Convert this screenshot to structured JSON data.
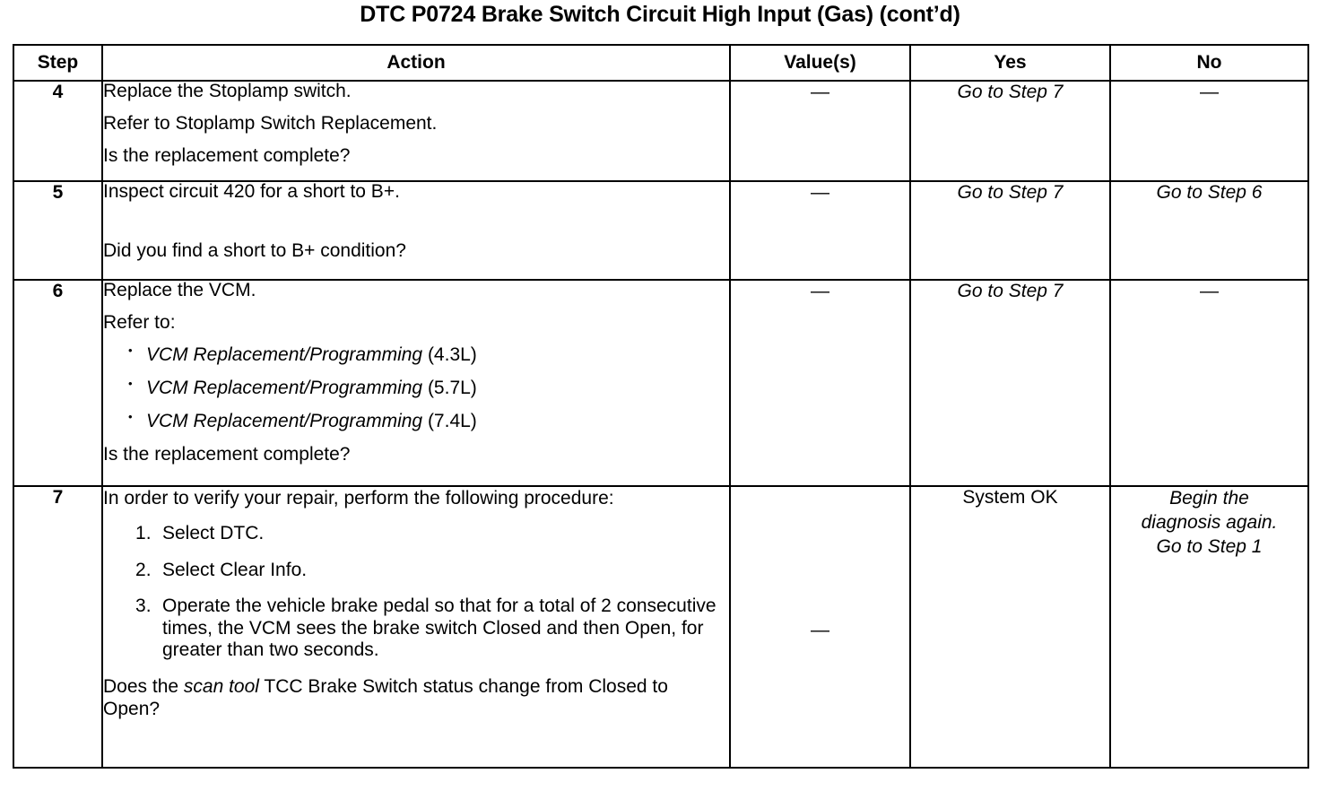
{
  "document": {
    "title": "DTC P0724 Brake Switch Circuit High Input (Gas) (cont’d)"
  },
  "table": {
    "columns": [
      {
        "key": "step",
        "label": "Step"
      },
      {
        "key": "action",
        "label": "Action"
      },
      {
        "key": "value",
        "label": "Value(s)"
      },
      {
        "key": "yes",
        "label": "Yes"
      },
      {
        "key": "no",
        "label": "No"
      }
    ],
    "rows": [
      {
        "step": "4",
        "action_lines": [
          "Replace the Stoplamp switch.",
          "Refer to Stoplamp Switch Replacement.",
          "Is the replacement complete?"
        ],
        "value": "—",
        "yes": "Go to Step 7",
        "no": "—"
      },
      {
        "step": "5",
        "action_lines": [
          "Inspect circuit 420 for a short to B+.",
          "Did you find a short to B+ condition?"
        ],
        "value": "—",
        "yes": "Go to Step 7",
        "no": "Go to Step 6"
      },
      {
        "step": "6",
        "action_lines": [
          "Replace the VCM.",
          "Refer to:"
        ],
        "bullets": [
          {
            "italic": "VCM Replacement/Programming",
            "plain": " (4.3L)"
          },
          {
            "italic": "VCM Replacement/Programming",
            "plain": " (5.7L)"
          },
          {
            "italic": "VCM Replacement/Programming",
            "plain": " (7.4L)"
          }
        ],
        "action_tail": "Is the replacement complete?",
        "value": "—",
        "yes": "Go to Step 7",
        "no": "—"
      },
      {
        "step": "7",
        "action_intro": "In order to verify your repair, perform the following procedure:",
        "numbered": [
          "Select DTC.",
          "Select Clear Info.",
          "Operate the vehicle brake pedal so that for a total of 2 consecutive times, the VCM sees the brake switch Closed and then Open, for greater than two seconds."
        ],
        "question_pre": "Does the ",
        "question_italic": "scan tool",
        "question_post": " TCC Brake Switch status change from Closed to Open?",
        "value": "—",
        "yes": "System OK",
        "no_lines": [
          "Begin the",
          "diagnosis again.",
          "Go to Step 1"
        ]
      }
    ]
  }
}
